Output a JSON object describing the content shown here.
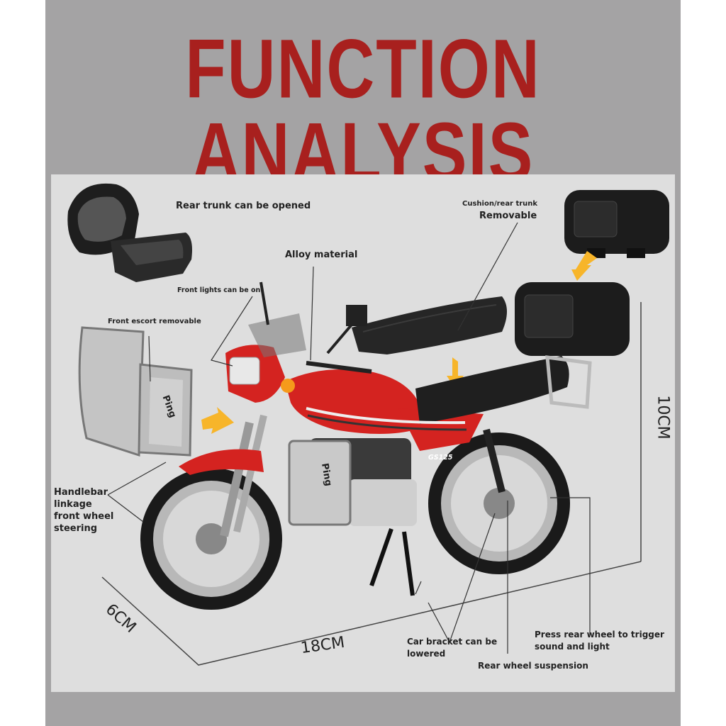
{
  "title": "FUNCTION ANALYSIS",
  "callouts": {
    "rear_trunk_open": "Rear trunk can be opened",
    "alloy_material": "Alloy material",
    "cushion_line1": "Cushion/rear trunk",
    "cushion_line2": "Removable",
    "front_lights": "Front lights can be on",
    "front_escort": "Front escort removable",
    "handlebar_line1": "Handlebar",
    "handlebar_line2": "linkage",
    "handlebar_line3": "front wheel",
    "handlebar_line4": "steering",
    "bracket_line1": "Car bracket can be",
    "bracket_line2": "lowered",
    "press_line1": "Press rear wheel to trigger",
    "press_line2": "sound and light",
    "suspension": "Rear wheel suspension"
  },
  "dimensions": {
    "length": "18CM",
    "width": "6CM",
    "height": "10CM"
  },
  "decals": {
    "guard": "Ping",
    "tank": "GS125"
  },
  "colors": {
    "title": "#a8201e",
    "frame": "#a4a3a4",
    "panel": "#dedede",
    "body_red": "#d42320",
    "arrow": "#f7b52a"
  }
}
